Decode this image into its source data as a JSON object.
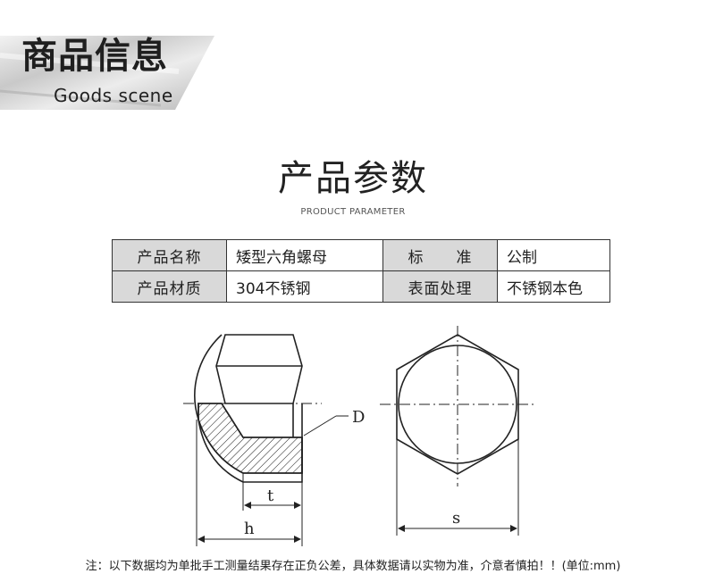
{
  "banner": {
    "title": "商品信息",
    "subtitle": "Goods scene"
  },
  "section": {
    "title": "产品参数",
    "subtitle": "PRODUCT PARAMETER"
  },
  "params": {
    "rows": [
      {
        "k1": "产品名称",
        "v1": "矮型六角螺母",
        "k2": "标　　准",
        "v2": "公制"
      },
      {
        "k1": "产品材质",
        "v1": "304不锈钢",
        "k2": "表面处理",
        "v2": "不锈钢本色"
      }
    ]
  },
  "diagram": {
    "label_d": "D",
    "label_t": "t",
    "label_h": "h",
    "label_s": "s"
  },
  "note": "注：以下数据均为单批手工测量结果存在正负公差，具体数据请以实物为准，介意者慎拍！！(单位:mm)"
}
